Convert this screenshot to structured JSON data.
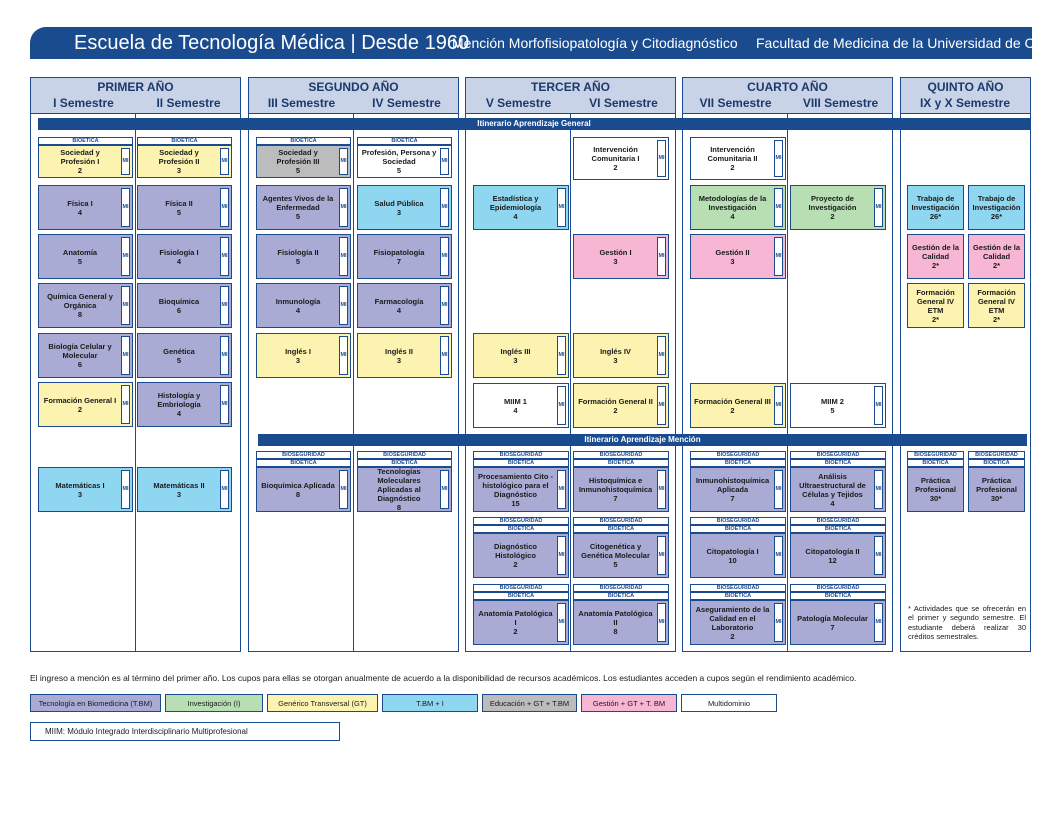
{
  "header": {
    "title": "Escuela de Tecnología Médica | Desde 1960",
    "mention": "Mención Morfofisiopatología y Citodiagnóstico",
    "faculty": "Facultad de Medicina de la Universidad de Chile"
  },
  "years": [
    {
      "title": "PRIMER AÑO",
      "semesters": [
        "I Semestre",
        "II Semestre"
      ]
    },
    {
      "title": "SEGUNDO AÑO",
      "semesters": [
        "III Semestre",
        "IV Semestre"
      ]
    },
    {
      "title": "TERCER AÑO",
      "semesters": [
        "V Semestre",
        "VI Semestre"
      ]
    },
    {
      "title": "CUARTO AÑO",
      "semesters": [
        "VII Semestre",
        "VIII Semestre"
      ]
    },
    {
      "title": "QUINTO AÑO",
      "semesters": [
        "IX y X Semestre"
      ]
    }
  ],
  "itineraries": {
    "general": "Itinerario Aprendizaje General",
    "mention": "Itinerario Aprendizaje Mención"
  },
  "tags": {
    "bioetica": "BIOÉTICA",
    "bioseguridad": "BIOSEGURIDAD"
  },
  "mi_label": "MI",
  "courses": {
    "soc1": {
      "name": "Sociedad y Profesión I",
      "credits": "2"
    },
    "soc2": {
      "name": "Sociedad y Profesión II",
      "credits": "3"
    },
    "fis1": {
      "name": "Física I",
      "credits": "4"
    },
    "fis2": {
      "name": "Física II",
      "credits": "5"
    },
    "anat": {
      "name": "Anatomía",
      "credits": "5"
    },
    "fisio1": {
      "name": "Fisiología I",
      "credits": "4"
    },
    "quim": {
      "name": "Química General y Orgánica",
      "credits": "8"
    },
    "bioq": {
      "name": "Bioquímica",
      "credits": "6"
    },
    "biocel": {
      "name": "Biología Celular y Molecular",
      "credits": "6"
    },
    "genet": {
      "name": "Genética",
      "credits": "5"
    },
    "fg1": {
      "name": "Formación General I",
      "credits": "2"
    },
    "histo": {
      "name": "Histología y Embriología",
      "credits": "4"
    },
    "mat1": {
      "name": "Matemáticas I",
      "credits": "3"
    },
    "mat2": {
      "name": "Matemáticas II",
      "credits": "3"
    },
    "soc3": {
      "name": "Sociedad y Profesión III",
      "credits": "5"
    },
    "pps": {
      "name": "Profesión, Persona y Sociedad",
      "credits": "5"
    },
    "agentes": {
      "name": "Agentes Vivos de la Enfermedad",
      "credits": "5"
    },
    "salud": {
      "name": "Salud Pública",
      "credits": "3"
    },
    "fisio2": {
      "name": "Fisiología II",
      "credits": "5"
    },
    "fisiopat": {
      "name": "Fisiopatología",
      "credits": "7"
    },
    "inmuno": {
      "name": "Inmunología",
      "credits": "4"
    },
    "farma": {
      "name": "Farmacología",
      "credits": "4"
    },
    "ing1": {
      "name": "Inglés I",
      "credits": "3"
    },
    "ing2": {
      "name": "Inglés II",
      "credits": "3"
    },
    "bioqap": {
      "name": "Bioquímica Aplicada",
      "credits": "8"
    },
    "tecmol": {
      "name": "Tecnologías Moleculares Aplicadas al Diagnóstico",
      "credits": "8"
    },
    "ic1": {
      "name": "Intervención Comunitaria I",
      "credits": "2"
    },
    "esta": {
      "name": "Estadística y Epidemiología",
      "credits": "4"
    },
    "gest1": {
      "name": "Gestión I",
      "credits": "3"
    },
    "ing3": {
      "name": "Inglés III",
      "credits": "3"
    },
    "ing4": {
      "name": "Inglés IV",
      "credits": "3"
    },
    "miim1": {
      "name": "MIIM 1",
      "credits": "4"
    },
    "fg2": {
      "name": "Formación General II",
      "credits": "2"
    },
    "proccito": {
      "name": "Procesamiento Cito - histológico para el Diagnóstico",
      "credits": "15"
    },
    "histoinm": {
      "name": "Histoquímica e Inmunohistoquímica",
      "credits": "7"
    },
    "diaghist": {
      "name": "Diagnóstico Histológico",
      "credits": "2"
    },
    "citogen": {
      "name": "Citogenética y Genética Molecular",
      "credits": "5"
    },
    "anatpat1": {
      "name": "Anatomía Patológica I",
      "credits": "2"
    },
    "anatpat2": {
      "name": "Anatomía Patológica II",
      "credits": "8"
    },
    "ic2": {
      "name": "Intervención Comunitaria II",
      "credits": "2"
    },
    "metinv": {
      "name": "Metodologías de la Investigación",
      "credits": "4"
    },
    "proyinv": {
      "name": "Proyecto de Investigación",
      "credits": "2"
    },
    "gest2": {
      "name": "Gestión II",
      "credits": "3"
    },
    "fg3": {
      "name": "Formación General III",
      "credits": "2"
    },
    "miim2": {
      "name": "MIIM 2",
      "credits": "5"
    },
    "inmhist": {
      "name": "Inmunohistoquímica Aplicada",
      "credits": "7"
    },
    "ultra": {
      "name": "Análisis Ultraestructural de Células y Tejidos",
      "credits": "4"
    },
    "cito1": {
      "name": "Citopatología I",
      "credits": "10"
    },
    "cito2": {
      "name": "Citopatología II",
      "credits": "12"
    },
    "asegcal": {
      "name": "Aseguramiento de la Calidad en el Laboratorio",
      "credits": "2"
    },
    "patmol": {
      "name": "Patología Molecular",
      "credits": "7"
    },
    "ti1": {
      "name": "Trabajo de Investigación",
      "credits": "26*"
    },
    "ti2": {
      "name": "Trabajo de Investigación",
      "credits": "26*"
    },
    "gc1": {
      "name": "Gestión de la Calidad",
      "credits": "2*"
    },
    "gc2": {
      "name": "Gestión de la Calidad",
      "credits": "2*"
    },
    "fg4a": {
      "name": "Formación General IV ETM",
      "credits": "2*"
    },
    "fg4b": {
      "name": "Formación General IV ETM",
      "credits": "2*"
    },
    "pp1": {
      "name": "Práctica Profesional",
      "credits": "30*"
    },
    "pp2": {
      "name": "Práctica Profesional",
      "credits": "30*"
    }
  },
  "note": "* Actividades que se ofrecerán en el primer y segundo semestre. El estudiante deberá realizar 30 créditos semestrales.",
  "ingreso": "El ingreso a mención es al término del primer año. Los cupos para ellas se otorgan anualmente de acuerdo a la disponibilidad de recursos académicos. Los estudiantes acceden a cupos según el rendimiento académico.",
  "legend": [
    {
      "label": "Tecnología en Biomedicina (T.BM)",
      "color": "#a9abd4"
    },
    {
      "label": "Investigación (I)",
      "color": "#b8dfb4"
    },
    {
      "label": "Genérico Transversal (GT)",
      "color": "#fcf3b0"
    },
    {
      "label": "T.BM + I",
      "color": "#8fd7f1"
    },
    {
      "label": "Educación + GT + T.BM",
      "color": "#bcbcbc"
    },
    {
      "label": "Gestión + GT + T. BM",
      "color": "#f6b6d4"
    },
    {
      "label": "Multidominio",
      "color": "#ffffff"
    }
  ],
  "miim_def": "MIIM: Módulo Integrado Interdisciplinario Multiprofesional"
}
